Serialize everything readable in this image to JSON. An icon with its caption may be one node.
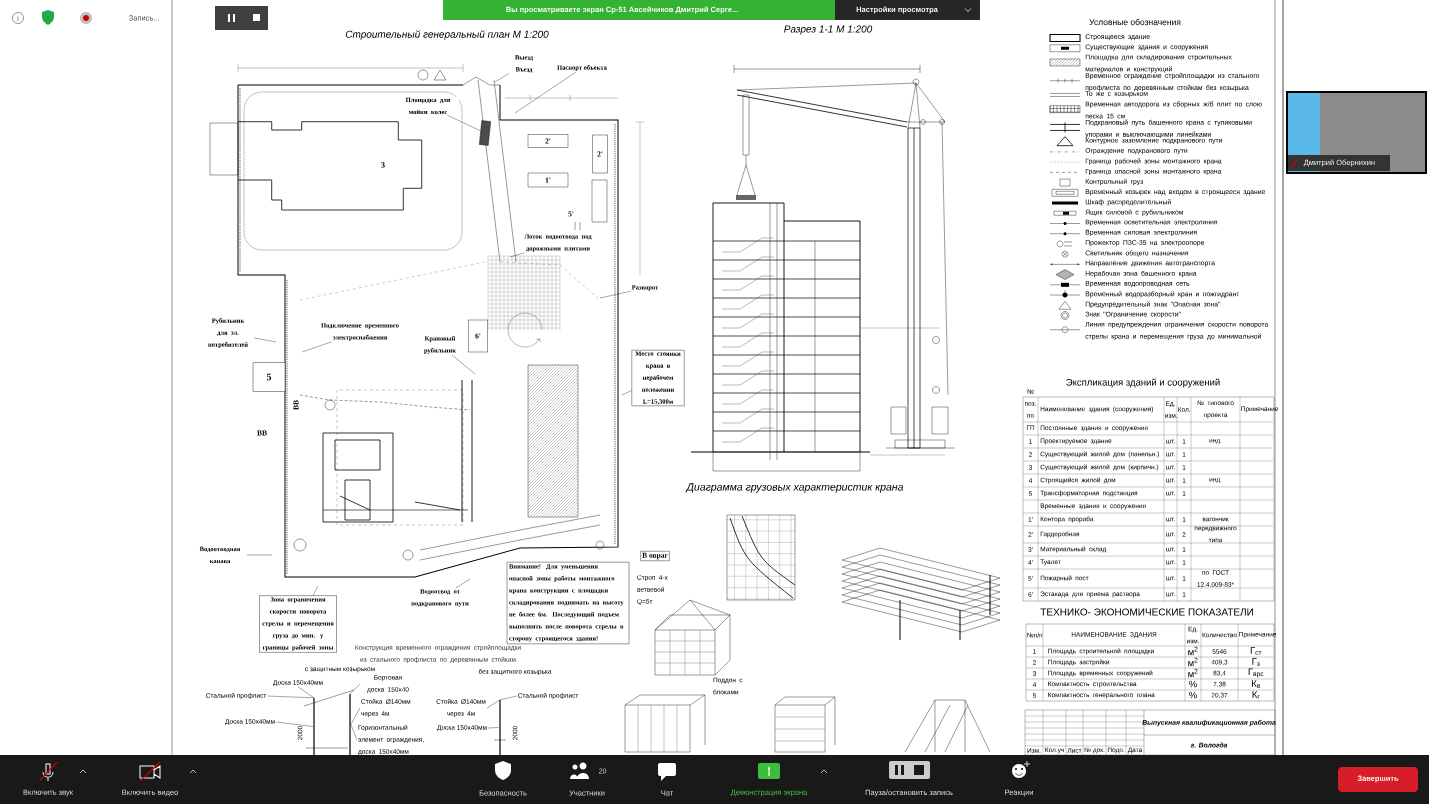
{
  "diagram": {
    "nodes": [
      {
        "text": [
          "Выезд Въезд"
        ]
      },
      {
        "text": [
          "Паспорт объекта"
        ]
      },
      {
        "text": [
          "Площадка для мойки колес"
        ]
      },
      {
        "text": [
          "Лоток водоотвода под дорожными плитами"
        ]
      },
      {
        "text": [
          "Разворот"
        ]
      },
      {
        "text": [
          "Подключение временного электроснабжения"
        ]
      },
      {
        "text": [
          "Рубильник для эл. потребителей"
        ]
      },
      {
        "text": [
          "Крановый рубильник"
        ]
      },
      {
        "text": [
          "Водоотводная канава"
        ]
      },
      {
        "text": [
          "Водоотвод от подкранового пути"
        ]
      },
      {
        "text": [
          "Место стоянки крана в нерабочем положении L=15,300м"
        ]
      },
      {
        "text": [
          "Зона ограничения скорости поворота стрелы и перемещения груза до мин. у границы рабочей зоны"
        ]
      },
      {
        "text": [
          "Внимание! Для уменьшения опасной зоны работы монтажного крана конструкции с площадки складирования поднимать на высоту не более 6м. Последующий подъем выполнять после поворота стрелы в сторону строящегося здания!"
        ]
      },
      {
        "text": [
          "В овраг"
        ]
      },
      {
        "text": [
          "3"
        ]
      },
      {
        "text": [
          "5"
        ]
      },
      {
        "text": [
          "2'"
        ]
      },
      {
        "text": [
          "2'"
        ]
      },
      {
        "text": [
          "1'"
        ]
      },
      {
        "text": [
          "6'"
        ]
      },
      {
        "text": [
          "Стальной профлист"
        ]
      },
      {
        "text": [
          "Доска 150х40мм"
        ]
      },
      {
        "text": [
          "Бортовая доска 150х40"
        ]
      },
      {
        "text": [
          "Стойка Ø140мм через 4м"
        ]
      },
      {
        "text": [
          "Доска 150х40мм"
        ]
      },
      {
        "text": [
          "Горизонтальный элемент ограждения, доска 150х40мм"
        ]
      },
      {
        "text": [
          "Стойка Ø140мм через 4м"
        ]
      },
      {
        "text": [
          "Доска 150х40мм"
        ]
      },
      {
        "text": [
          "Стальной профлист"
        ]
      },
      {
        "text": [],
        "shape": "box"
      },
      {
        "text": [],
        "shape": "bar"
      },
      {
        "text": [],
        "shape": "bar"
      },
      {
        "text": [],
        "shape": "bar"
      }
    ],
    "edges": [
      {
        "from": 0,
        "to": null,
        "arrow": "none"
      },
      {
        "from": 1,
        "to": null,
        "arrow": "none"
      },
      {
        "from": 2,
        "to": 29,
        "arrow": "none"
      },
      {
        "from": 3,
        "to": null,
        "arrow": "none"
      },
      {
        "from": 4,
        "to": null,
        "arrow": "none"
      },
      {
        "from": 5,
        "to": null,
        "arrow": "none"
      },
      {
        "from": 6,
        "to": null,
        "arrow": "none"
      },
      {
        "from": 7,
        "to": null,
        "arrow": "none"
      },
      {
        "from": 8,
        "to": null,
        "arrow": "none"
      },
      {
        "from": 9,
        "to": null,
        "arrow": "none"
      },
      {
        "from": 10,
        "to": null,
        "arrow": "none"
      },
      {
        "from": 11,
        "to": null,
        "arrow": "none"
      },
      {
        "from": 20,
        "to": 30,
        "arrow": "none"
      },
      {
        "from": 21,
        "to": 30,
        "arrow": "none"
      },
      {
        "from": 22,
        "to": 31,
        "arrow": "none"
      },
      {
        "from": 23,
        "to": 31,
        "arrow": "none"
      },
      {
        "from": 24,
        "to": 30,
        "arrow": "none"
      },
      {
        "from": 25,
        "to": 31,
        "arrow": "none"
      },
      {
        "from": 26,
        "to": 32,
        "arrow": "none"
      },
      {
        "from": 27,
        "to": 32,
        "arrow": "none"
      },
      {
        "from": 28,
        "to": 32,
        "arrow": "none"
      }
    ],
    "labels": [
      "Запись...",
      "Вы просматриваете экран Ср-51 Авсейчиков Дмитрий Серге...",
      "Настройки просмотра",
      "Строительный генеральный план М 1:200",
      "Разрез 1-1 М 1:200",
      "Условные обозначения",
      "ВВ",
      "ВВ",
      "5'",
      "Диаграмма грузовых характеристик крана",
      "Строп 4-х ветвевой Q=5т",
      "Поддон с блоками",
      "Конструкция временного ограждения стройплощадки из стального профлиста по деревянным стойкам",
      "с защитным козырьком",
      "без защитного козырька",
      "2000",
      "2000",
      "Экспликация зданий и сооружений",
      "№ поз. по ГП",
      "Наименование здания (сооружения)",
      "Ед. изм.",
      "Кол.",
      "№ типового проекта",
      "Примечание",
      "Постоянные здания и сооружения",
      "1",
      "Проектируемое здание",
      "шт.",
      "1",
      "инд.",
      "2",
      "Существующий жилой дом (панельн.)",
      "шт.",
      "1",
      "3",
      "Существующий жилой дом (кирпичн.)",
      "шт.",
      "1",
      "4",
      "Строящийся жилой дом",
      "шт.",
      "1",
      "инд.",
      "5",
      "Трансформаторная подстанция",
      "шт.",
      "1",
      "Временные здания и сооружения",
      "1'",
      "Контора прораба",
      "шт.",
      "1",
      "вагончик",
      "2'",
      "Гардеробная",
      "шт.",
      "2",
      "передвижного типа",
      "3'",
      "Материальный склад",
      "шт.",
      "1",
      "4'",
      "Туалет",
      "шт.",
      "1",
      "5'",
      "Пожарный пост",
      "шт.",
      "1",
      "по ГОСТ 12.4.009-83*",
      "6'",
      "Эстакада для приема раствора",
      "шт.",
      "1",
      "ТЕХНИКО- ЭКОНОМИЧЕСКИЕ ПОКАЗАТЕЛИ",
      "№п/п",
      "НАИМЕНОВАНИЕ ЗДАНИЯ",
      "Ед. изм.",
      "Количество",
      "Примечание",
      "1",
      "Площадь строительной площадки",
      "м$^{2}$",
      "5546",
      "Г$_{ст}$",
      "2",
      "Площадь застройки",
      "м$^{2}$",
      "409,3",
      "Г$_{з}$",
      "3",
      "Площадь временных сооружений",
      "м$^{2}$",
      "83,4",
      "Г$_{врс}$",
      "4",
      "Компактность строительства",
      "%",
      "7,38",
      "К$_{в}$",
      "5",
      "Компактность генерального плана",
      "%",
      "20,37",
      "К$_{г}$",
      "Выпускная квалификационная работа",
      "г. Вологда",
      "Изм.",
      "Кол.уч",
      "Лист",
      "№ док.",
      "Подп.",
      "Дата",
      "Дмитрий Обернихин",
      "Включить звук",
      "Включить видео",
      "Безопасность",
      "20",
      "Участники",
      "Чат",
      "Демонстрация экрана",
      "Пауза/остановить запись",
      "Реакции",
      "Завершить"
    ],
    "legend": [
      {
        "text": "Строящееся здание"
      },
      {
        "text": "Существующие здания и сооружения"
      },
      {
        "text": "Площадка для складирования строительных материалов и конструкций"
      },
      {
        "text": "Временное ограждение стройплощадки из стального профлиста по деревянным стойкам без козырька"
      },
      {
        "text": "То же с козырьком"
      },
      {
        "text": "Временная автодорога из сборных ж/б плит по слою песка 15 см"
      },
      {
        "text": "Подкрановый путь башенного крана с тупиковыми упорами и выключающими линейками"
      },
      {
        "text": "Контурное заземление подкранового пути"
      },
      {
        "text": "Ограждение подкранового пути"
      },
      {
        "text": "Граница рабочей зоны монтажного крана"
      },
      {
        "text": "Граница опасной зоны монтажного крана"
      },
      {
        "text": "Контрольный груз"
      },
      {
        "text": "Временный козырек над входом в строящееся здание"
      },
      {
        "text": "Шкаф распределительный"
      },
      {
        "text": "Ящик силовой с рубильником"
      },
      {
        "text": "Временная осветительная электролиния"
      },
      {
        "text": "Временная силовая электролиния"
      },
      {
        "text": "Прожектор ПЗС-35 на электроопоре"
      },
      {
        "text": "Светильник общего назначения"
      },
      {
        "text": "Направление движения автотранспорта"
      },
      {
        "text": "Нерабочая зона башенного крана"
      },
      {
        "text": "Временная водопроводная сеть"
      },
      {
        "text": "Временный водоразборный кран и пожгидрант"
      },
      {
        "text": "Предупредительный знак \"Опасная зона\""
      },
      {
        "text": "Знак \"Ограничение скорости\""
      },
      {
        "text": "Линия предупреждения ограничения скорости поворота стрелы крана и перемещения груза до минимальной"
      }
    ]
  }
}
